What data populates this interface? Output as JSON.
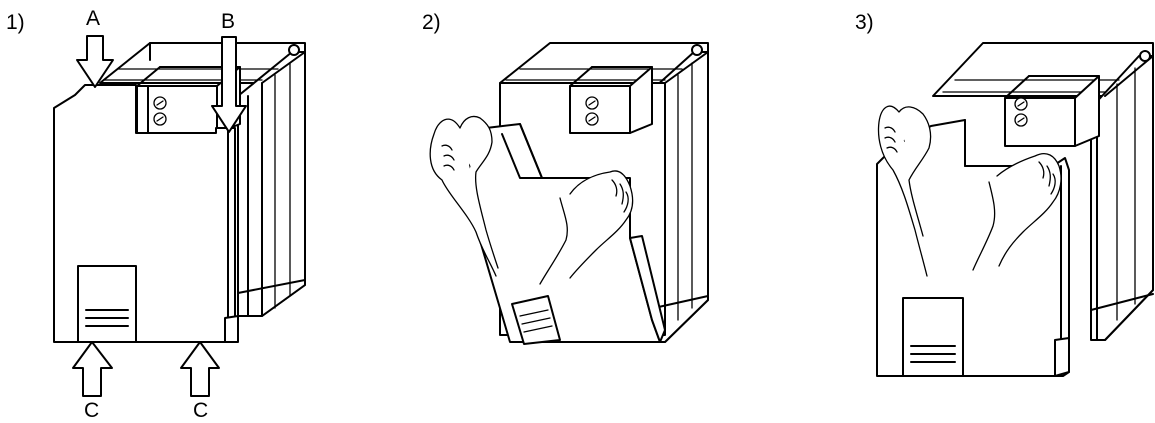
{
  "steps": [
    {
      "label": "1)",
      "arrows": {
        "top_left": "A",
        "top_right": "B",
        "bottom_left": "C",
        "bottom_right": "C"
      }
    },
    {
      "label": "2)"
    },
    {
      "label": "3)"
    }
  ]
}
